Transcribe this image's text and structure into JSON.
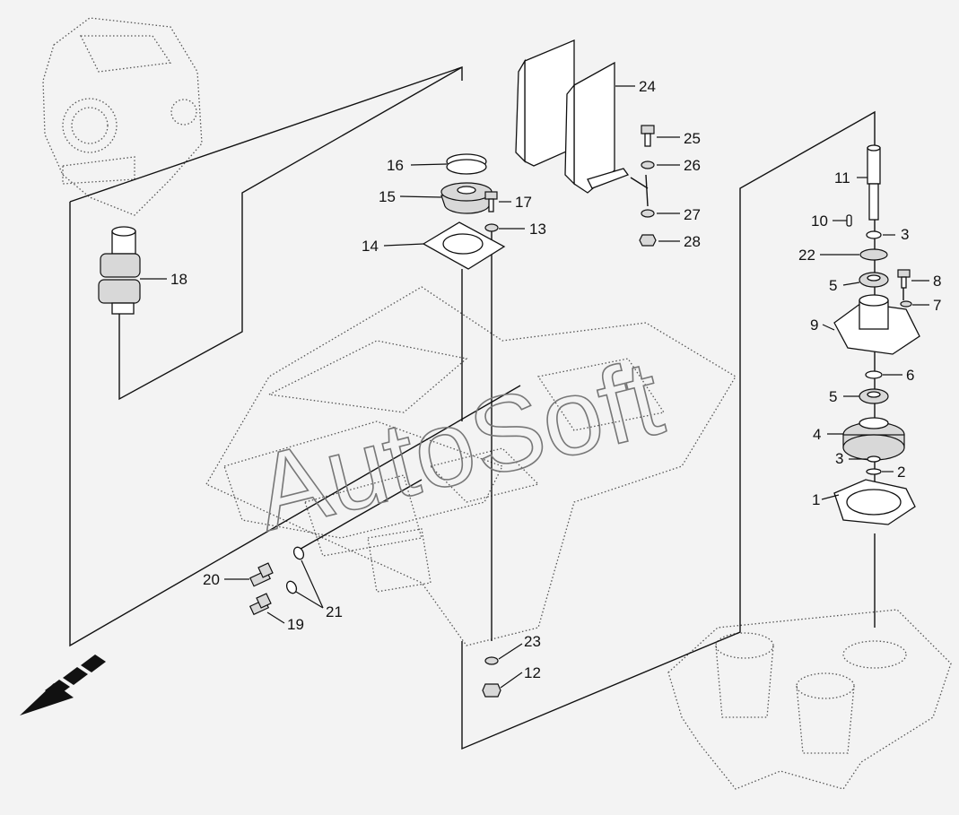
{
  "watermark": "AutoSoft",
  "callouts": [
    {
      "id": "c1",
      "text": "1"
    },
    {
      "id": "c2",
      "text": "2"
    },
    {
      "id": "c3a",
      "text": "3"
    },
    {
      "id": "c3b",
      "text": "3"
    },
    {
      "id": "c4",
      "text": "4"
    },
    {
      "id": "c5a",
      "text": "5"
    },
    {
      "id": "c5b",
      "text": "5"
    },
    {
      "id": "c6",
      "text": "6"
    },
    {
      "id": "c7",
      "text": "7"
    },
    {
      "id": "c8",
      "text": "8"
    },
    {
      "id": "c9",
      "text": "9"
    },
    {
      "id": "c10",
      "text": "10"
    },
    {
      "id": "c11",
      "text": "11"
    },
    {
      "id": "c12",
      "text": "12"
    },
    {
      "id": "c13",
      "text": "13"
    },
    {
      "id": "c14",
      "text": "14"
    },
    {
      "id": "c15",
      "text": "15"
    },
    {
      "id": "c16",
      "text": "16"
    },
    {
      "id": "c17",
      "text": "17"
    },
    {
      "id": "c18",
      "text": "18"
    },
    {
      "id": "c19",
      "text": "19"
    },
    {
      "id": "c20",
      "text": "20"
    },
    {
      "id": "c21",
      "text": "21"
    },
    {
      "id": "c22",
      "text": "22"
    },
    {
      "id": "c23",
      "text": "23"
    },
    {
      "id": "c24",
      "text": "24"
    },
    {
      "id": "c25",
      "text": "25"
    },
    {
      "id": "c26",
      "text": "26"
    },
    {
      "id": "c27",
      "text": "27"
    },
    {
      "id": "c28",
      "text": "28"
    }
  ],
  "icons": {
    "direction_arrow": "front-direction-arrow-icon"
  }
}
